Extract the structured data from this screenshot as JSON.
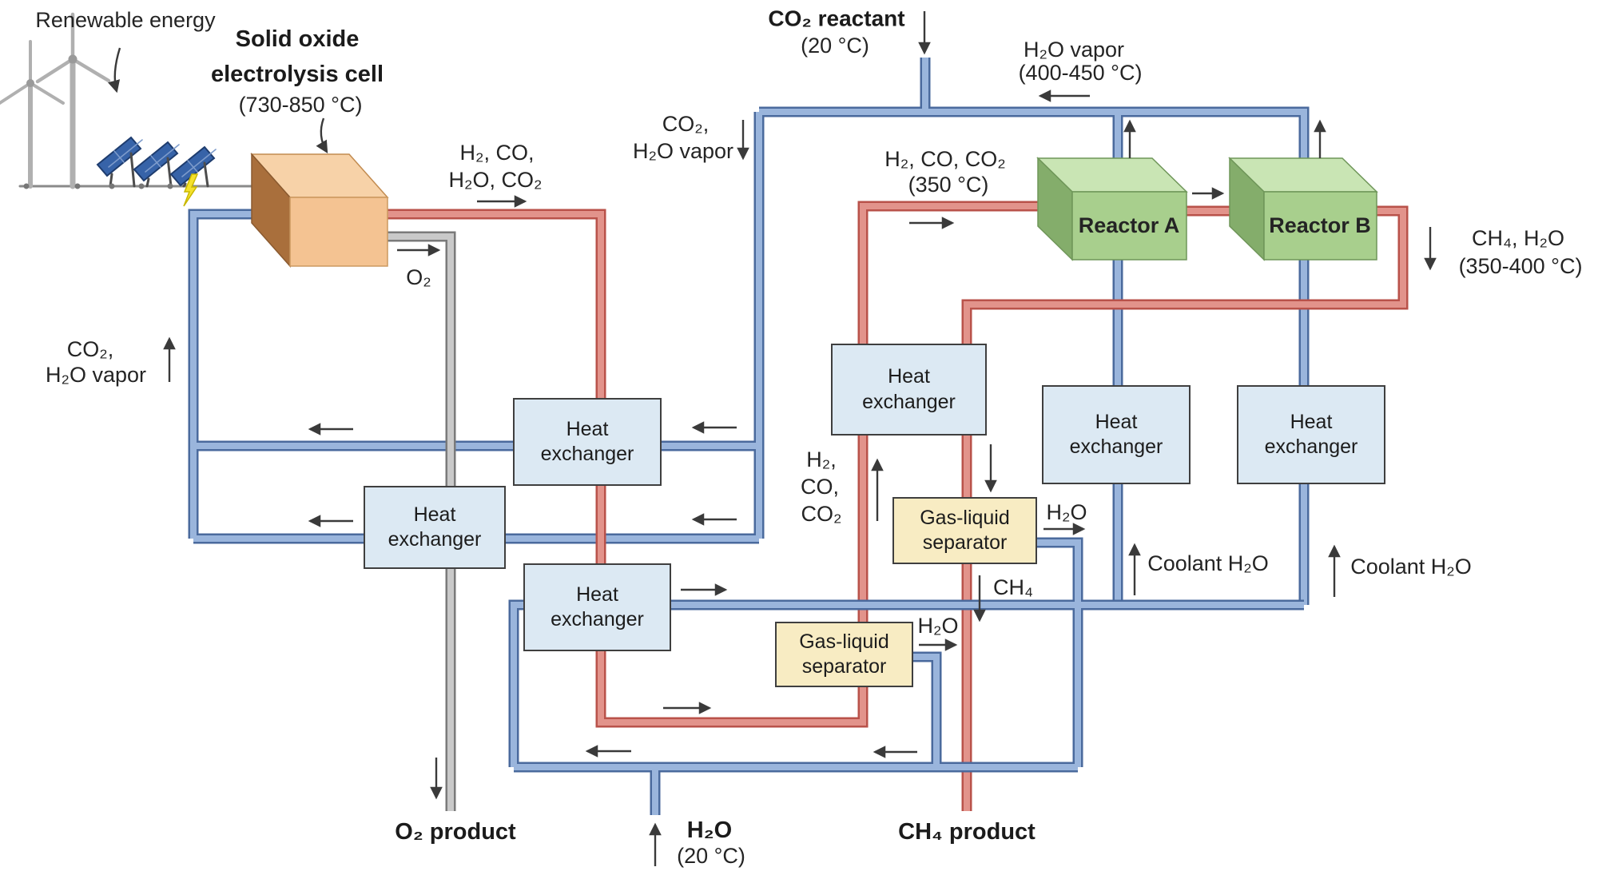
{
  "labels": {
    "renewable_energy": "Renewable energy",
    "soec": {
      "line1": "Solid oxide",
      "line2": "electrolysis cell",
      "temp": "(730-850 °C)"
    },
    "soec_out": {
      "line1": "H₂, CO,",
      "line2": "H₂O, CO₂"
    },
    "o2": "O₂",
    "co2_reactant": {
      "name": "CO₂ reactant",
      "temp": "(20 °C)"
    },
    "h2o_vapor": {
      "name": "H₂O vapor",
      "temp": "(400-450 °C)"
    },
    "recycle_center": {
      "line1": "CO₂,",
      "line2": "H₂O vapor"
    },
    "recycle_left": {
      "line1": "CO₂,",
      "line2": "H₂O vapor"
    },
    "reactor_feed": {
      "name": "H₂, CO, CO₂",
      "temp": "(350 °C)"
    },
    "reactor_a": "Reactor A",
    "reactor_b": "Reactor B",
    "reactor_out": {
      "name": "CH₄, H₂O",
      "temp": "(350-400 °C)"
    },
    "heat_exchanger": {
      "line1": "Heat",
      "line2": "exchanger"
    },
    "separator": {
      "line1": "Gas-liquid",
      "line2": "separator"
    },
    "syngas_riser": {
      "line1": "H₂,",
      "line2": "CO,",
      "line3": "CO₂"
    },
    "sep1_h2o": "H₂O",
    "sep1_ch4": "CH₄",
    "sep2_h2o": "H₂O",
    "coolant_a": "Coolant H₂O",
    "coolant_b": "Coolant H₂O",
    "o2_product": "O₂ product",
    "h2o_feed": {
      "name": "H₂O",
      "temp": "(20 °C)"
    },
    "ch4_product": "CH₄ product"
  },
  "colors": {
    "hot_pipe_edge": "#b9524a",
    "hot_pipe_fill": "#e2938b",
    "cold_pipe_edge": "#4a6a9d",
    "cold_pipe_fill": "#9ab5dc",
    "o2_pipe_edge": "#7a7a7a",
    "o2_pipe_fill": "#c9c9c9",
    "heat_exchanger_fill": "#dce9f3",
    "separator_fill": "#f8ecc3",
    "reactor_front": "#a8cf8d",
    "reactor_top": "#c9e5b4",
    "reactor_side": "#84ad6b",
    "soec_front": "#f4c392",
    "soec_top": "#f7d2a8",
    "soec_side": "#a96f3c",
    "solar_panel": "#3763a8",
    "lightning": "#f5e12c"
  }
}
